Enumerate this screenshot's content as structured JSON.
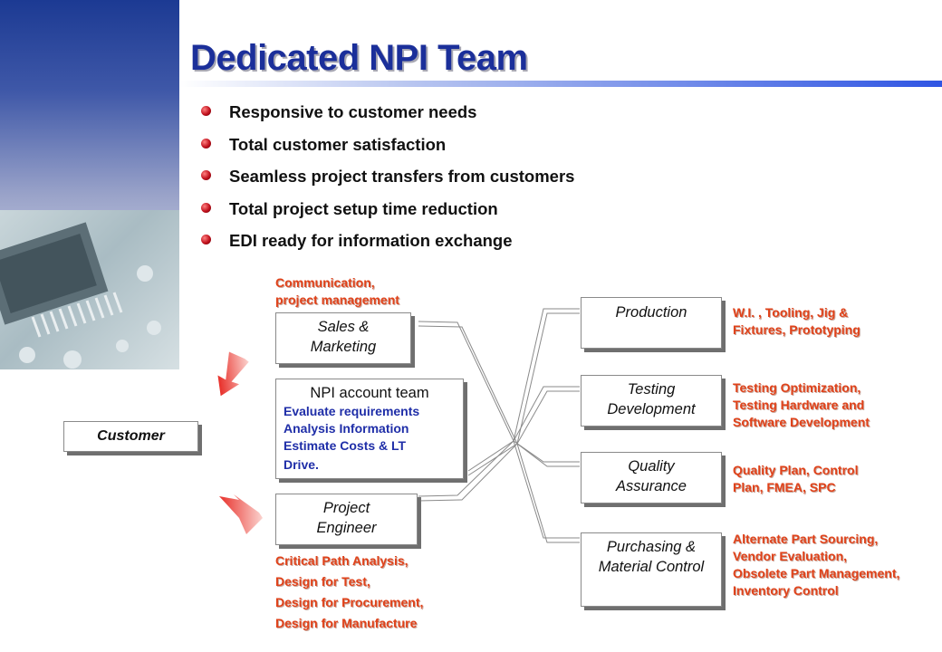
{
  "title": "Dedicated NPI Team",
  "bullets": [
    "Responsive to customer needs",
    "Total customer satisfaction",
    "Seamless project transfers from customers",
    "Total project setup time reduction",
    "EDI ready for information exchange"
  ],
  "customer": "Customer",
  "sales": {
    "label": "Sales & Marketing",
    "note": [
      "Communication,",
      "project management"
    ]
  },
  "npi": {
    "label": "NPI account team",
    "items": [
      "Evaluate requirements",
      "Analysis Information",
      "Estimate Costs & LT",
      "Drive."
    ]
  },
  "project": {
    "label": "Project Engineer",
    "notes": [
      "Critical Path Analysis,",
      "Design for Test,",
      "Design for Procurement,",
      "Design for Manufacture"
    ]
  },
  "production": {
    "label": "Production",
    "note": [
      "W.I. , Tooling, Jig &",
      "Fixtures, Prototyping"
    ]
  },
  "testing": {
    "label": "Testing Development",
    "note": [
      "Testing Optimization,",
      "Testing Hardware and",
      "Software Development"
    ]
  },
  "quality": {
    "label": "Quality Assurance",
    "note": [
      "Quality Plan, Control",
      "Plan, FMEA, SPC"
    ]
  },
  "purchasing": {
    "label": "Purchasing & Material Control",
    "note": [
      "Alternate Part Sourcing,",
      "Vendor Evaluation,",
      "Obsolete Part Management,",
      "Inventory Control"
    ]
  },
  "colors": {
    "title": "#1b2f9a",
    "note": "#e0421a",
    "npi_items": "#1f2ea8",
    "arrow": "#e8302a"
  }
}
